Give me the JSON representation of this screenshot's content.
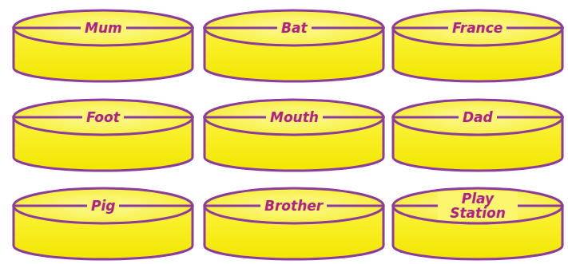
{
  "diagram": {
    "nodes": [
      {
        "text": [
          "Mum"
        ]
      },
      {
        "text": [
          "Bat"
        ]
      },
      {
        "text": [
          "France"
        ]
      },
      {
        "text": [
          "Foot"
        ]
      },
      {
        "text": [
          "Mouth"
        ]
      },
      {
        "text": [
          "Dad"
        ]
      },
      {
        "text": [
          "Pig"
        ]
      },
      {
        "text": [
          "Brother"
        ]
      },
      {
        "text": [
          "Play Station"
        ]
      }
    ]
  }
}
